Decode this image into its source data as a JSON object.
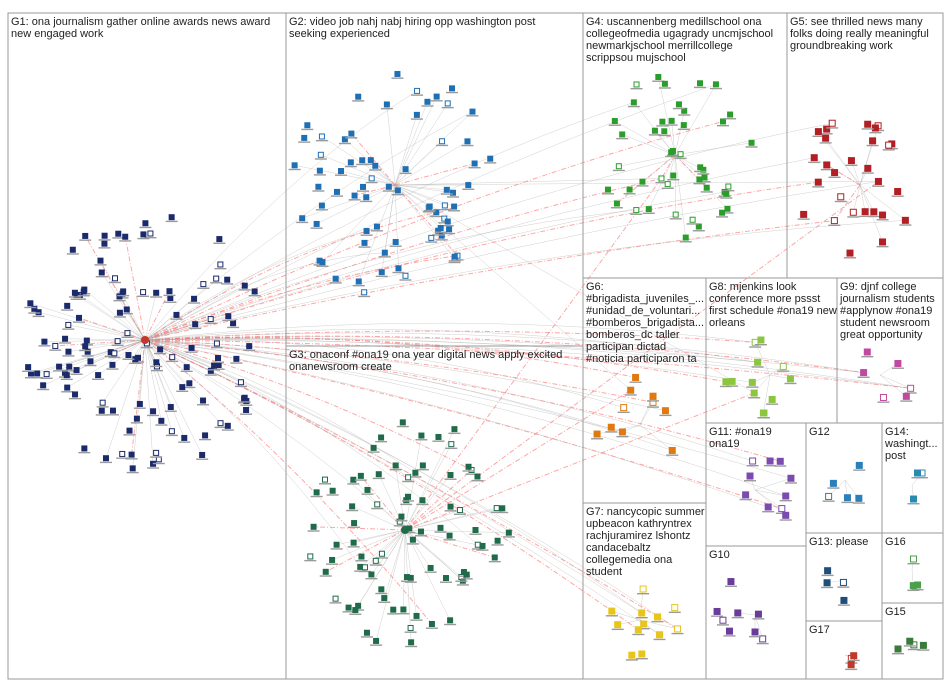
{
  "groups": [
    {
      "id": "G1",
      "label": "G1: ona journalism gather online awards news award new engaged work",
      "color": "#1a2a6c"
    },
    {
      "id": "G2",
      "label": "G2: video job nahj nabj hiring opp washington post seeking experienced",
      "color": "#1f6fb5"
    },
    {
      "id": "G3",
      "label": "G3: onaconf #ona19 ona year digital news apply excited onanewsroom create",
      "color": "#1f6b4a"
    },
    {
      "id": "G4",
      "label": "G4: uscannenberg medillschool ona collegeofmedia ugagrady uncmjschool newmarkjschool merrillcollege scrippsou mujschool",
      "color": "#2a9d2a"
    },
    {
      "id": "G5",
      "label": "G5: see thrilled news many folks doing really meaningful groundbreaking work",
      "color": "#b21f24"
    },
    {
      "id": "G6",
      "label": "G6: #brigadista_juveniles_... #unidad_de_voluntari... #bomberos_brigadista... bomberos_dc taller participan dictad #noticia participaron ta",
      "color": "#e07a10"
    },
    {
      "id": "G7",
      "label": "G7: nancycopic summer upbeacon kathryntrex rachjuramirez lshontz candacebaltz collegemedia ona student",
      "color": "#e8c51a"
    },
    {
      "id": "G8",
      "label": "G8: mjenkins look conference more pssst first schedule #ona19 new orleans",
      "color": "#8cc63f"
    },
    {
      "id": "G9",
      "label": "G9: djnf college journalism students #applynow #ona19 student newsroom great opportunity",
      "color": "#c04aa0"
    },
    {
      "id": "G10",
      "label": "G10",
      "color": "#6a3d9a"
    },
    {
      "id": "G11",
      "label": "G11: #ona19 ona19",
      "color": "#7b4bb0"
    },
    {
      "id": "G12",
      "label": "G12",
      "color": "#2c7fb8"
    },
    {
      "id": "G13",
      "label": "G13: please",
      "color": "#1f4e79"
    },
    {
      "id": "G14",
      "label": "G14: washingt... post",
      "color": "#2a8ab0"
    },
    {
      "id": "G15",
      "label": "G15",
      "color": "#3a7a3a"
    },
    {
      "id": "G16",
      "label": "G16",
      "color": "#4aa04a"
    },
    {
      "id": "G17",
      "label": "G17",
      "color": "#c0392b"
    }
  ],
  "colors": {
    "edge": "#a9a9a9",
    "highlight_edge": "#ff6b6b",
    "frame": "#9a9a9a"
  }
}
